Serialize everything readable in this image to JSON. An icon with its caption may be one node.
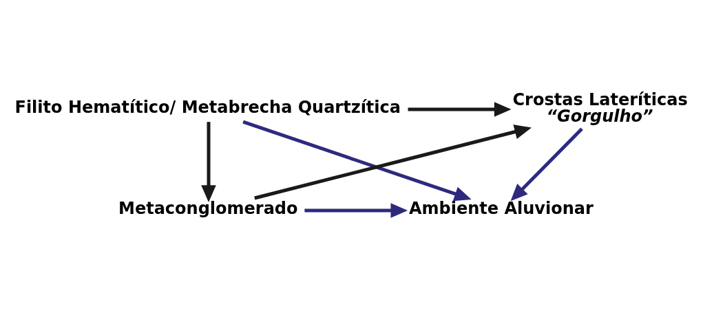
{
  "diagram": {
    "nodes": [
      {
        "text": [
          "Filito Hematítico/ Metabrecha Quartzítica"
        ]
      },
      {
        "text": [
          "Crostas Lateríticas",
          "“Gorgulho”"
        ]
      },
      {
        "text": [
          "Metaconglomerado"
        ]
      },
      {
        "text": [
          "Ambiente Aluvionar"
        ]
      }
    ],
    "edges": [
      {
        "from": 0,
        "to": 1,
        "arrow": "to"
      },
      {
        "from": 0,
        "to": 2,
        "arrow": "to"
      },
      {
        "from": 0,
        "to": 3,
        "arrow": "to",
        "color": "#2e2a7f"
      },
      {
        "from": 2,
        "to": 1,
        "arrow": "to"
      },
      {
        "from": 1,
        "to": 3,
        "arrow": "to",
        "color": "#2e2a7f"
      },
      {
        "from": 2,
        "to": 3,
        "arrow": "to",
        "color": "#2e2a7f"
      }
    ]
  }
}
